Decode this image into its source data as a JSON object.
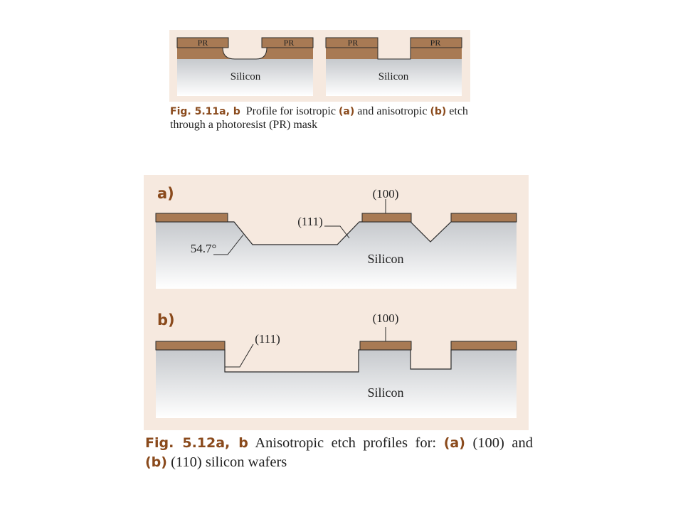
{
  "fig511": {
    "panel_a": {
      "mask_left": "PR",
      "mask_right": "PR",
      "substrate": "Silicon"
    },
    "panel_b": {
      "mask_left": "PR",
      "mask_right": "PR",
      "substrate": "Silicon"
    },
    "caption": {
      "label": "Fig. 5.11a, b",
      "t1": "Profile for isotropic",
      "a": "(a)",
      "t2": "and anisotropic",
      "b": "(b)",
      "t3": "etch",
      "line2": "through a photoresist (PR) mask"
    }
  },
  "fig512": {
    "panel_a": {
      "letter": "a)",
      "plane_top": "(100)",
      "plane_side": "(111)",
      "angle": "54.7°",
      "substrate": "Silicon"
    },
    "panel_b": {
      "letter": "b)",
      "plane_top": "(100)",
      "plane_side": "(111)",
      "substrate": "Silicon"
    },
    "caption": {
      "label": "Fig. 5.12a, b",
      "t1": "Anisotropic etch profiles for:",
      "a": "(a)",
      "t2": "(100) and",
      "b": "(b)",
      "t3": "(110) silicon wafers"
    }
  },
  "colors": {
    "panel_bg": "#f6e9df",
    "photoresist": "#a87a54",
    "silicon_top": "#c9ccd0",
    "silicon_bottom": "#ffffff",
    "outline": "#2a2a2a",
    "accent": "#8a4a1c"
  }
}
